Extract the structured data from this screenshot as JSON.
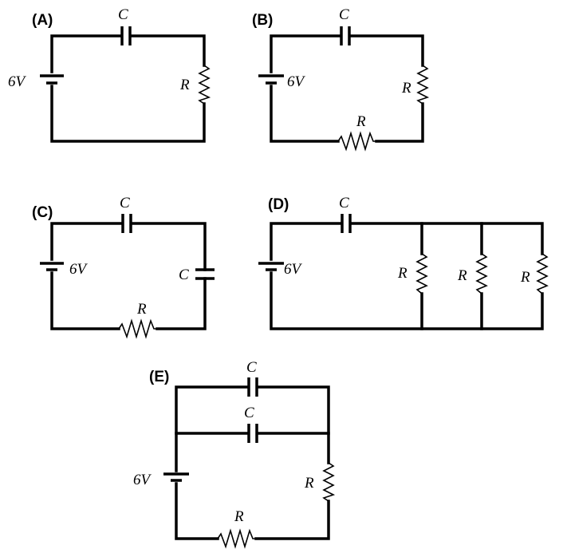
{
  "panels": [
    {
      "label": "(A)",
      "voltage": "6V",
      "capacitor": "C",
      "resistor": "R"
    },
    {
      "label": "(B)",
      "voltage": "6V",
      "capacitor": "C",
      "resistor_right": "R",
      "resistor_bottom": "R"
    },
    {
      "label": "(C)",
      "voltage": "6V",
      "capacitor_top": "C",
      "capacitor_right": "C",
      "resistor": "R"
    },
    {
      "label": "(D)",
      "voltage": "6V",
      "capacitor": "C",
      "resistors": [
        "R",
        "R",
        "R"
      ]
    },
    {
      "label": "(E)",
      "voltage": "6V",
      "capacitors": [
        "C",
        "C"
      ],
      "resistor_right": "R",
      "resistor_bottom": "R"
    }
  ]
}
